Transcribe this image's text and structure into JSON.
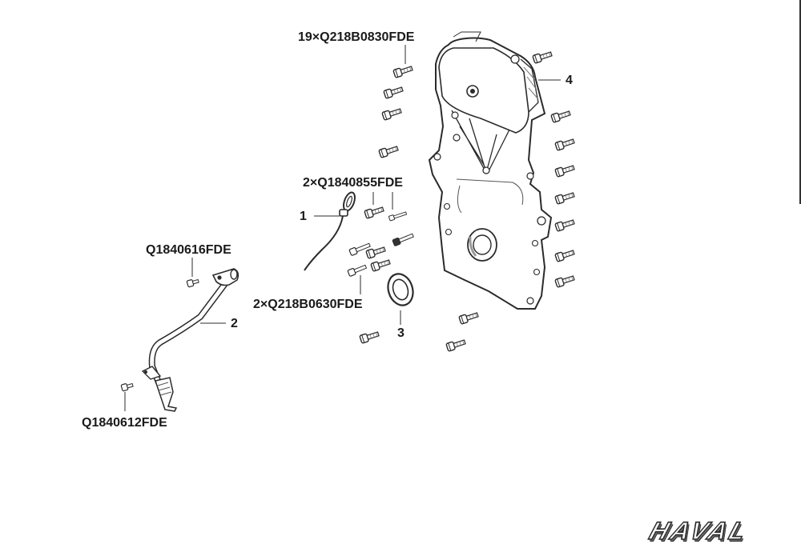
{
  "callouts": {
    "cover_bolts": "19×Q218B0830FDE",
    "dipstick_bolts": "2×Q1840855FDE",
    "tube_upper_bolt": "Q1840616FDE",
    "cover_small_bolts": "2×Q218B0630FDE",
    "tube_lower_bolt": "Q1840612FDE"
  },
  "part_numbers": {
    "dipstick": "1",
    "dipstick_tube": "2",
    "oil_seal": "3",
    "timing_cover": "4"
  },
  "logo_text": "HAVAL",
  "colors": {
    "line": "#2b2b2b",
    "fill": "#ffffff",
    "shade": "#cfcfcf"
  }
}
